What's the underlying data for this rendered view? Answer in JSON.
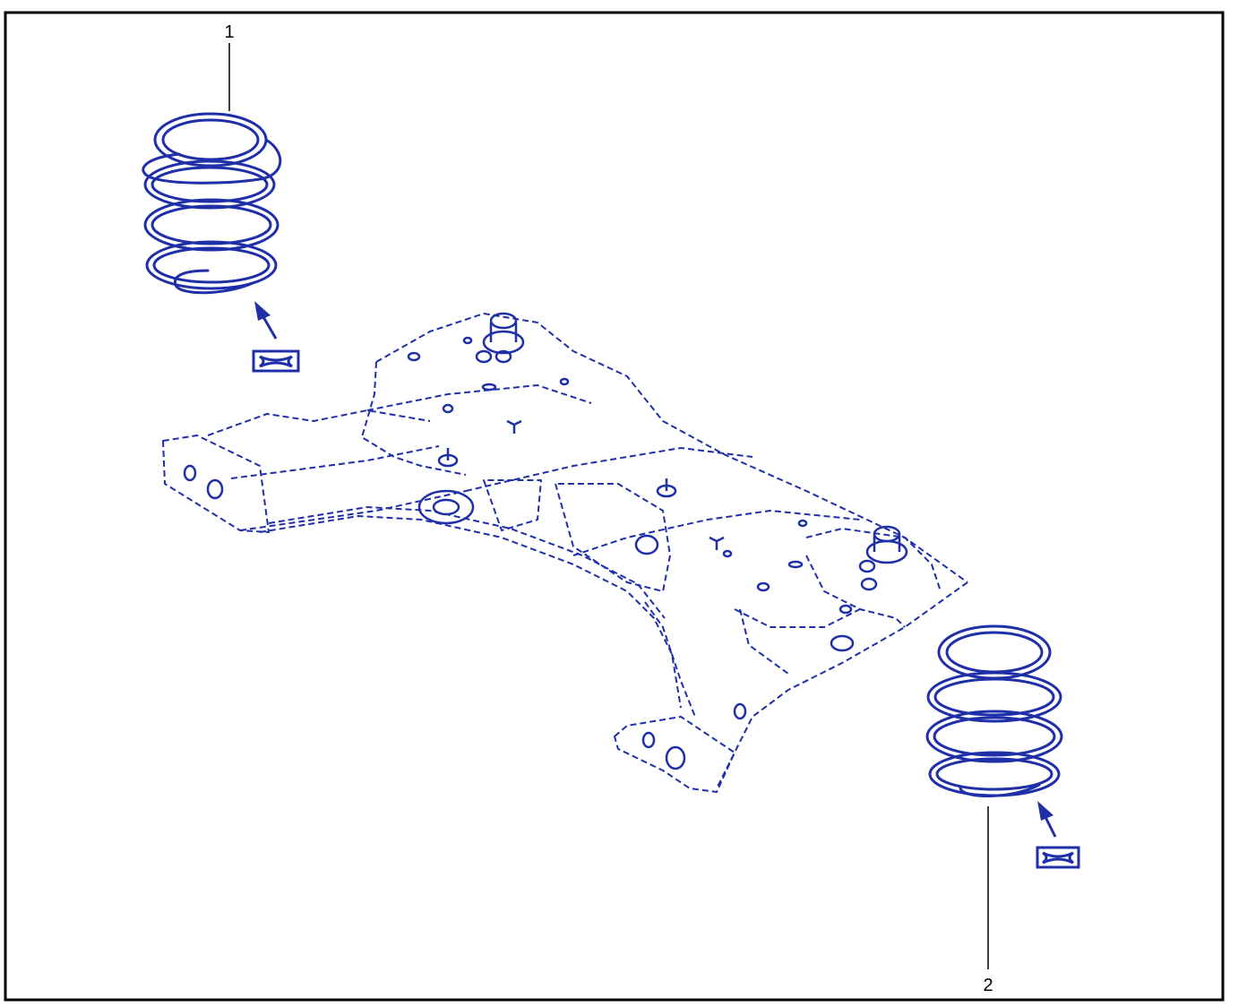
{
  "callouts": [
    {
      "id": 1,
      "label": "1"
    },
    {
      "id": 2,
      "label": "2"
    }
  ],
  "colors": {
    "line_art": "#1f2fa8",
    "frame": "#000000",
    "background": "#ffffff"
  },
  "icons": [
    "coil-spring-icon",
    "subframe-icon",
    "upward-arrow-icon",
    "measurement-box-icon"
  ]
}
